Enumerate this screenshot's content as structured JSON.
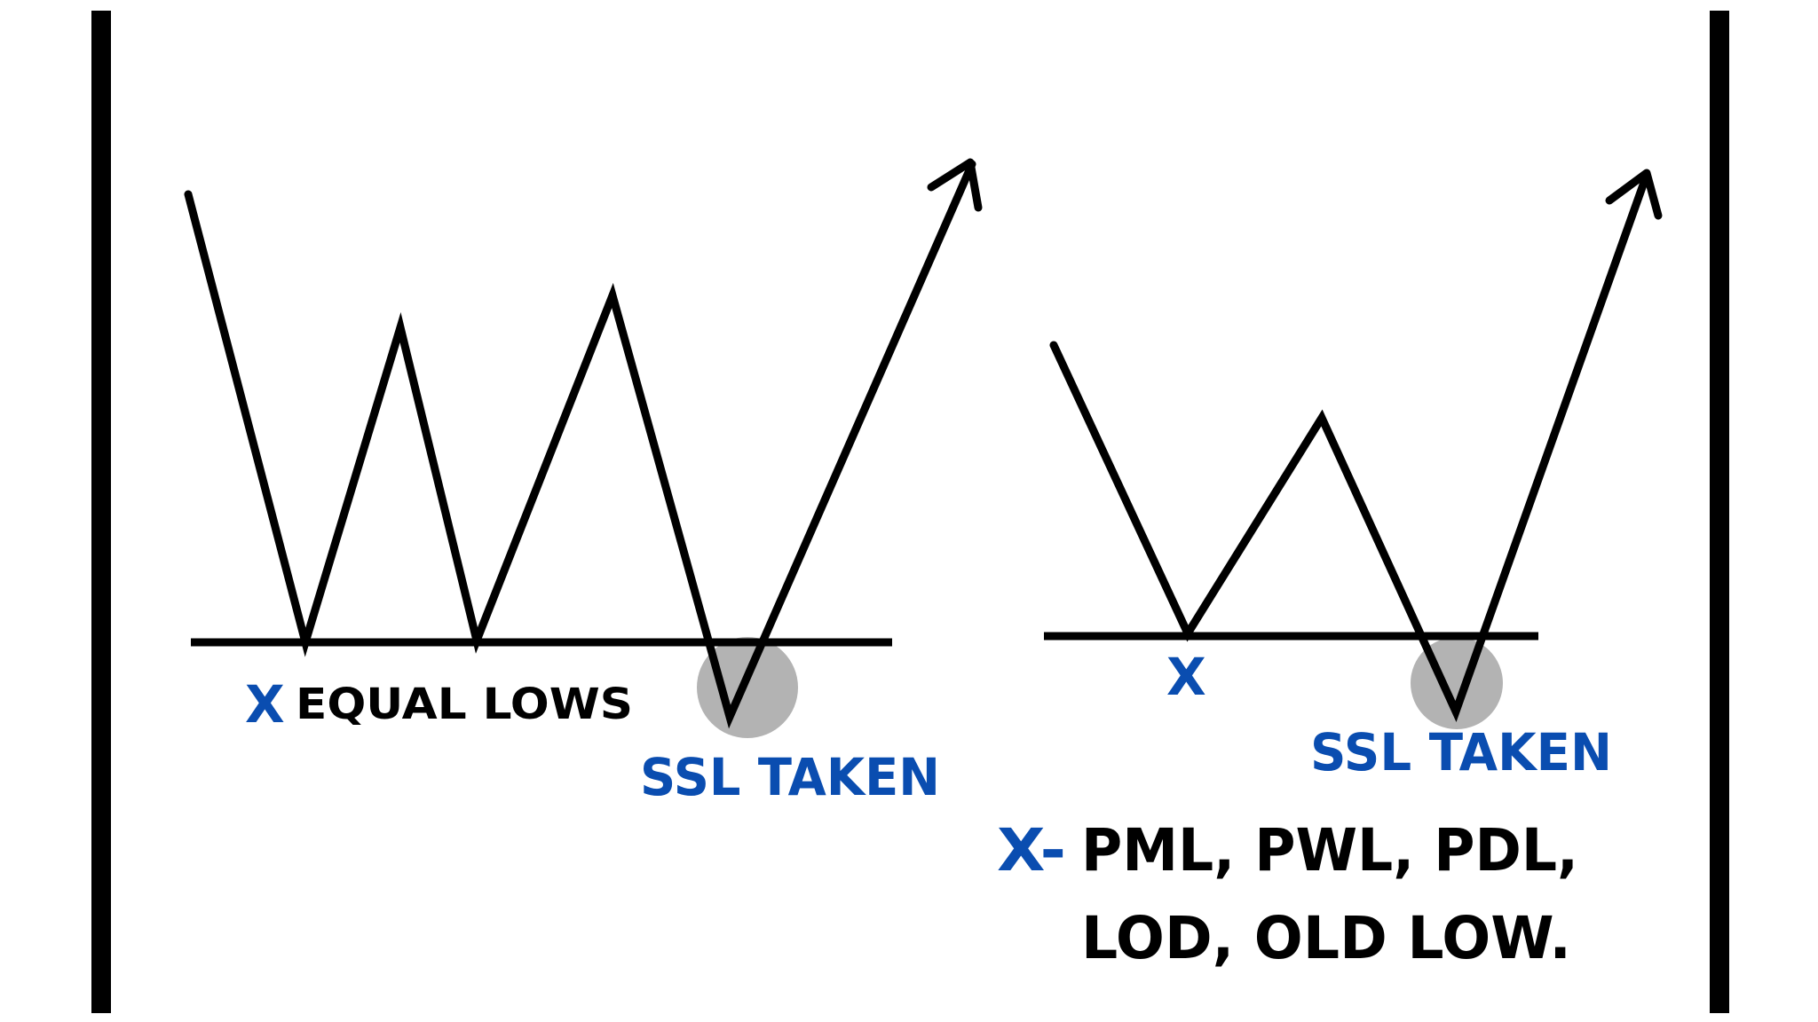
{
  "colors": {
    "ink": "#000000",
    "blue": "#0a4db0",
    "highlight": "#b3b3b3",
    "background": "#ffffff"
  },
  "left_panel": {
    "marker": "X",
    "level_label": "EQUAL LOWS",
    "sweep_label": "SSL TAKEN"
  },
  "right_panel": {
    "marker": "X",
    "sweep_label": "SSL TAKEN"
  },
  "legend": {
    "key": "X-",
    "line1": "PML, PWL, PDL,",
    "line2": "LOD, OLD LOW."
  }
}
